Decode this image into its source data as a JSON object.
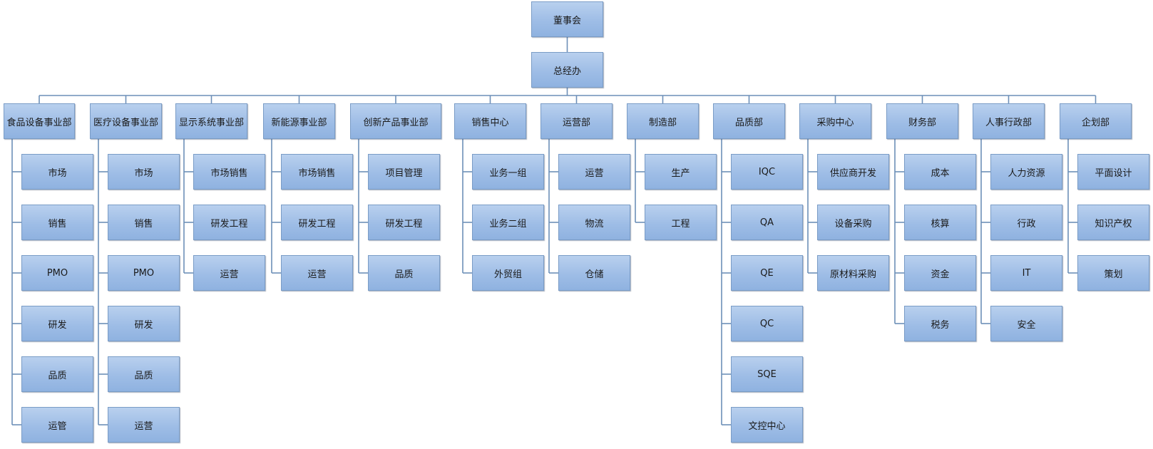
{
  "board": "董事会",
  "gm_office": "总经办",
  "departments": [
    {
      "name": "食品设备事业部",
      "children": [
        "市场",
        "销售",
        "PMO",
        "研发",
        "品质",
        "运管"
      ]
    },
    {
      "name": "医疗设备事业部",
      "children": [
        "市场",
        "销售",
        "PMO",
        "研发",
        "品质",
        "运营"
      ]
    },
    {
      "name": "显示系统事业部",
      "children": [
        "市场销售",
        "研发工程",
        "运营"
      ]
    },
    {
      "name": "新能源事业部",
      "children": [
        "市场销售",
        "研发工程",
        "运营"
      ]
    },
    {
      "name": "创新产品事业部",
      "children": [
        "项目管理",
        "研发工程",
        "品质"
      ]
    },
    {
      "name": "销售中心",
      "children": [
        "业务一组",
        "业务二组",
        "外贸组"
      ]
    },
    {
      "name": "运营部",
      "children": [
        "运营",
        "物流",
        "仓储"
      ]
    },
    {
      "name": "制造部",
      "children": [
        "生产",
        "工程"
      ]
    },
    {
      "name": "品质部",
      "children": [
        "IQC",
        "QA",
        "QE",
        "QC",
        "SQE",
        "文控中心"
      ]
    },
    {
      "name": "采购中心",
      "children": [
        "供应商开发",
        "设备采购",
        "原材料采购"
      ]
    },
    {
      "name": "财务部",
      "children": [
        "成本",
        "核算",
        "资金",
        "税务"
      ]
    },
    {
      "name": "人事行政部",
      "children": [
        "人力资源",
        "行政",
        "IT",
        "安全"
      ]
    },
    {
      "name": "企划部",
      "children": [
        "平面设计",
        "知识产权",
        "策划"
      ]
    }
  ]
}
